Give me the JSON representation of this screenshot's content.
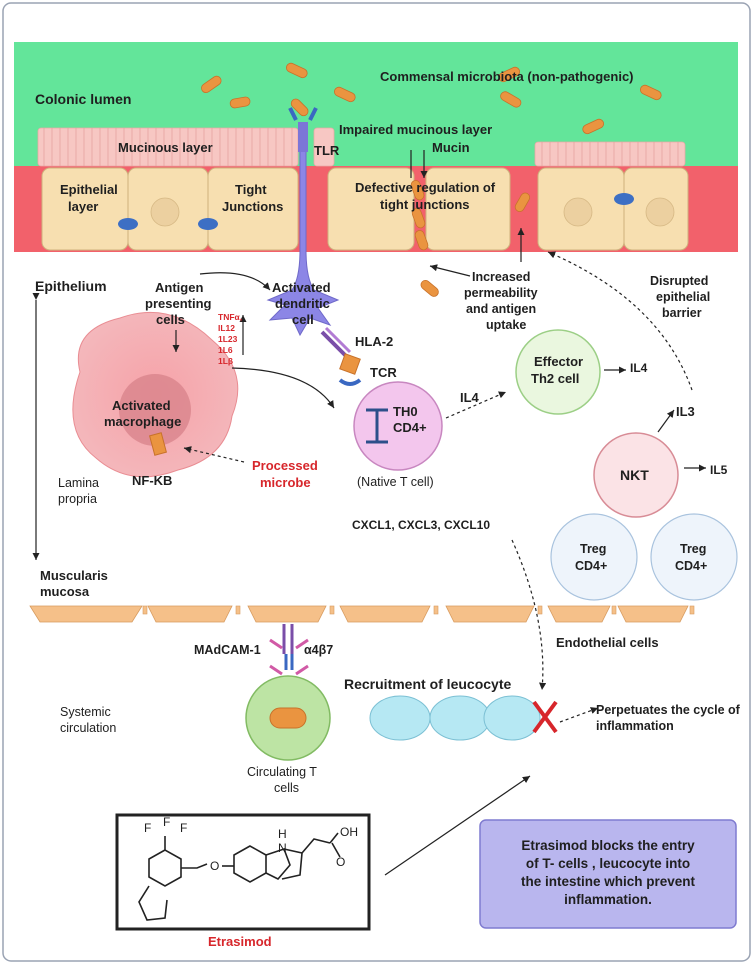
{
  "regions": {
    "colonic_lumen": "Colonic lumen",
    "commensal": "Commensal microbiota (non-pathogenic)",
    "mucinous_layer": "Mucinous layer",
    "impaired_mucinous": "Impaired mucinous layer",
    "mucin": "Mucin",
    "tlr": "TLR",
    "epithelial_layer": [
      "Epithelial",
      "layer"
    ],
    "tight_junctions": [
      "Tight",
      "Junctions"
    ],
    "defective_regulation": [
      "Defective regulation of",
      "tight junctions"
    ],
    "epithelium": "Epithelium",
    "lamina_propria": [
      "Lamina",
      "propria"
    ],
    "muscularis_mucosa": [
      "Muscularis",
      "mucosa"
    ],
    "systemic_circulation": [
      "Systemic",
      "circulation"
    ],
    "endothelial_cells": "Endothelial cells"
  },
  "cells": {
    "apc": [
      "Antigen",
      "presenting",
      "cells"
    ],
    "dendritic": [
      "Activated",
      "dendritic",
      "cell"
    ],
    "macrophage": [
      "Activated",
      "macrophage"
    ],
    "nfkb": "NF-KB",
    "processed_microbe": [
      "Processed",
      "microbe"
    ],
    "cytokines": [
      "TNFα,",
      "IL12",
      "1L23",
      "1L6",
      "1Lβ"
    ],
    "hla2": "HLA-2",
    "tcr": "TCR",
    "th0": [
      "TH0",
      "CD4+"
    ],
    "native_t": "(Native T cell)",
    "increased_perm": [
      "Increased",
      "permeability",
      "and antigen",
      "uptake"
    ],
    "disrupted_barrier": [
      "Disrupted",
      "epithelial",
      "barrier"
    ],
    "il4_left": "IL4",
    "effector": [
      "Effector",
      "Th2 cell"
    ],
    "il4_right": "IL4",
    "il3": "IL3",
    "nkt": "NKT",
    "il5": "IL5",
    "cxcl": "CXCL1, CXCL3, CXCL10",
    "treg1": [
      "Treg",
      "CD4+"
    ],
    "treg2": [
      "Treg",
      "CD4+"
    ],
    "madcam": "MAdCAM-1",
    "a4b7": "α4β7",
    "circulating": [
      "Circulating T",
      "cells"
    ],
    "recruitment": "Recruitment of leucocyte",
    "perpetuates": [
      "Perpetuates the cycle of",
      "inflammation"
    ]
  },
  "drug": {
    "name": "Etrasimod",
    "note": [
      "Etrasimod blocks the entry",
      "of T- cells , leucocyte into",
      "the intestine which prevent",
      "inflammation."
    ],
    "atoms": {
      "F1": "F",
      "F2": "F",
      "F3": "F",
      "O": "O",
      "NH": "H",
      "N": "N",
      "OH": "OH",
      "O2": "O"
    }
  },
  "colors": {
    "lumen": "#63e59a",
    "epithelium_band": "#f2616b",
    "cell_fill": "#f7dfb0",
    "bacteria": "#ea9440",
    "note_box": "#b9b6ee",
    "red_text": "#d7262b"
  }
}
